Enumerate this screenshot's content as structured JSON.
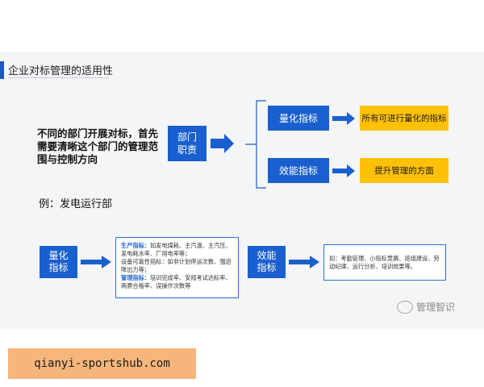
{
  "slide": {
    "title": "企业对标管理的适用性",
    "intro": "不同的部门开展对标，首先需要清晰这个部门的管理范围与控制方向",
    "center_box": "部门职责",
    "top_branch": {
      "label": "量化指标",
      "result": "所有可进行量化的指标"
    },
    "bottom_branch": {
      "label": "效能指标",
      "result": "提升管理的方面"
    },
    "example_label": "例：发电运行部",
    "example": {
      "quant_label": "量化指标",
      "quant_detail": {
        "prod_head": "生产指标：",
        "prod_text": "如发电煤耗、主汽温、主汽压、发电耗水率、厂用电率等；",
        "equip_text": "设备可靠性指标：如非计划停运次数、强迫降出力等；",
        "mgmt_head": "管理指标：",
        "mgmt_text": "培训完成率、安规考试达标率、两票合格率、误操作次数等"
      },
      "eff_label": "效能指标",
      "eff_detail": "如：考勤管理、小指标竞赛、班组建设、劳动纪律、运行分析、培训效果等。"
    },
    "watermark": "管理智识"
  },
  "footer": {
    "text": "qianyi-sportshub.com"
  },
  "colors": {
    "blue": "#1a5fcf",
    "yellow": "#ffc107",
    "footer_bg": "#f5b57b"
  }
}
